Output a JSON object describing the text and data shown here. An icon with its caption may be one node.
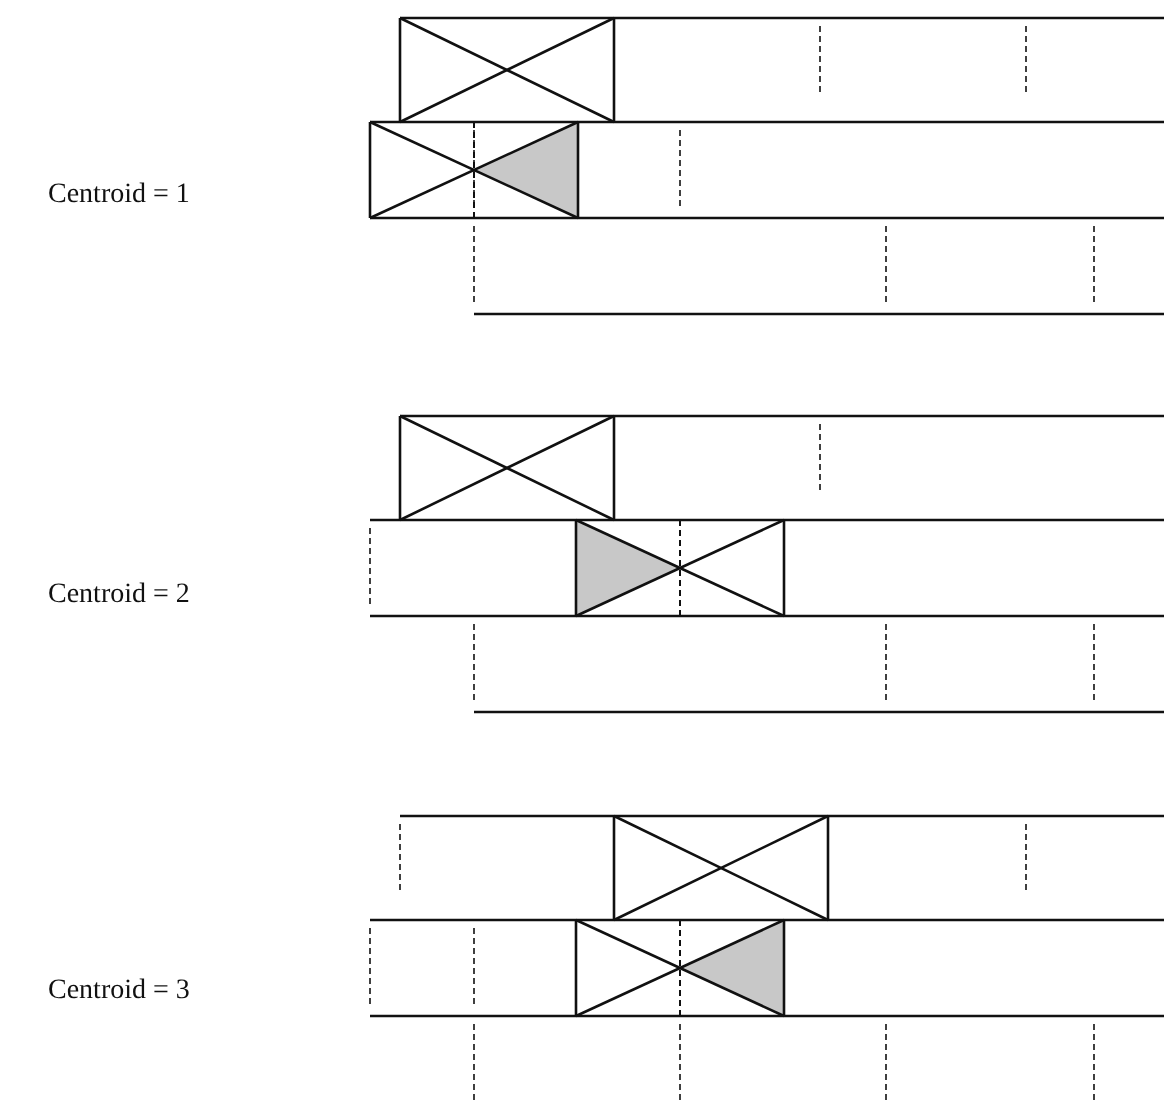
{
  "diagram": {
    "labels": [
      "Centroid = 1",
      "Centroid = 2",
      "Centroid = 3"
    ]
  }
}
